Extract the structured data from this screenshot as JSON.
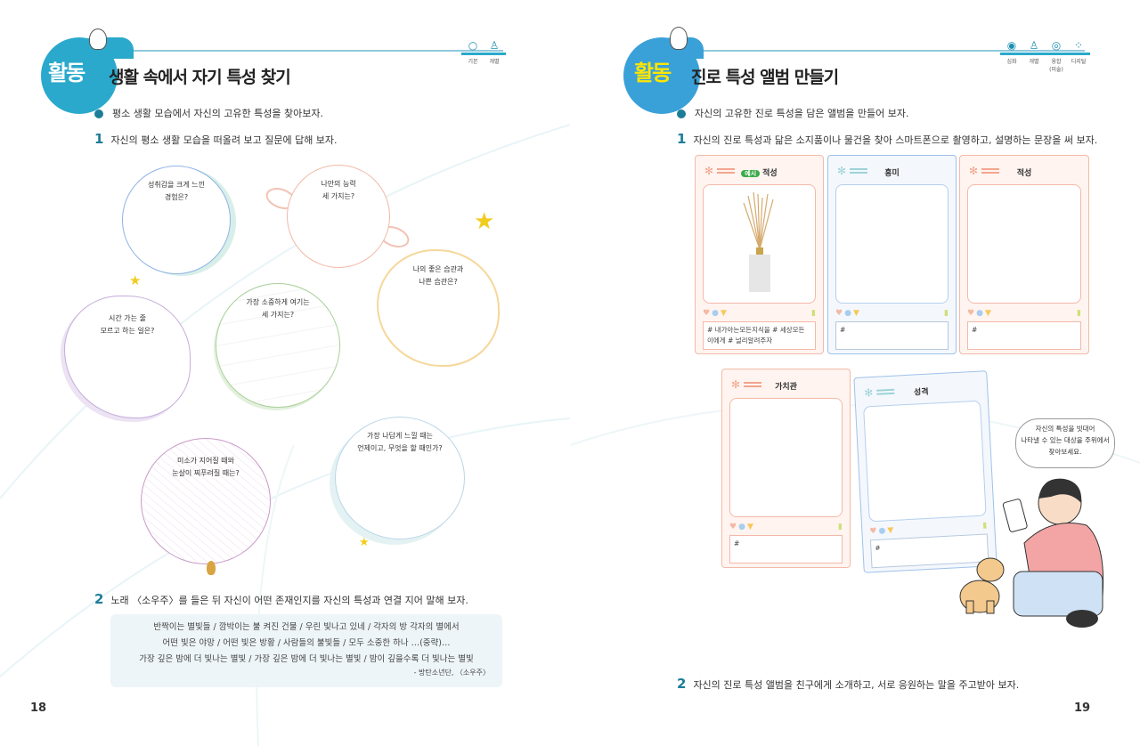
{
  "left": {
    "badge": "활동",
    "title": "생활 속에서 자기 특성 찾기",
    "tags": [
      {
        "icon": "circle-icon",
        "label": "기본"
      },
      {
        "icon": "person-icon",
        "label": "개별"
      }
    ],
    "goal": "평소 생활 모습에서 자신의 고유한 특성을 찾아보자.",
    "q1": {
      "num": "1",
      "text": "자신의 평소 생활 모습을 떠올려 보고 질문에 답해 보자."
    },
    "planets": [
      {
        "text": "성취감을 크게 느낀\n경험은?",
        "color": "#8fb3e6"
      },
      {
        "text": "나만의 능력\n세 가지는?",
        "color": "#f2b8a6"
      },
      {
        "text": "나의 좋은 습관과\n나쁜 습관은?",
        "color": "#f6d79a"
      },
      {
        "text": "시간 가는 줄\n모르고 하는 일은?",
        "color": "#c4addb"
      },
      {
        "text": "가장 소중하게 여기는\n세 가지는?",
        "color": "#a9d09b"
      },
      {
        "text": "미소가 지어질 때와\n눈살이 찌푸려질 때는?",
        "color": "#c99bc8"
      },
      {
        "text": "가장 나답게 느낄 때는\n언제이고, 무엇을 할 때인가?",
        "color": "#b9d6e8"
      }
    ],
    "q2": {
      "num": "2",
      "text": "노래 〈소우주〉를 들은 뒤 자신이 어떤 존재인지를 자신의 특성과 연결 지어 말해 보자."
    },
    "lyrics": [
      "반짝이는 별빛들 / 깜박이는 불 켜진 건물 / 우린 빛나고 있네 / 각자의 방 각자의 별에서",
      "어떤 빛은 야망 / 어떤 빛은 방황 / 사람들의 불빛들 / 모두 소중한 하나 …(중략)…",
      "가장 깊은 밤에 더 빛나는 별빛 / 가장 깊은 밤에 더 빛나는 별빛 / 밤이 깊을수록 더 빛나는 별빛"
    ],
    "lyrics_source": "- 방탄소년단, 〈소우주〉",
    "page_number": "18"
  },
  "right": {
    "badge": "활동",
    "title": "진로 특성 앨범 만들기",
    "tags": [
      {
        "icon": "target-icon",
        "label": "심화"
      },
      {
        "icon": "person-icon",
        "label": "개별"
      },
      {
        "icon": "rings-icon",
        "label": "융합\n(미술)"
      },
      {
        "icon": "dots-icon",
        "label": "디지털"
      }
    ],
    "goal": "자신의 고유한 진로 특성을 담은 앨범을 만들어 보자.",
    "q1": {
      "num": "1",
      "text": "자신의 진로 특성과 닮은 소지품이나 물건을 찾아 스마트폰으로 촬영하고, 설명하는 문장을 써 보자."
    },
    "cards": [
      {
        "example": "예시",
        "label": "적성",
        "hashtag": "# 내가아는모든지식을 # 세상모든 이에게 # 널리알려주자",
        "style": "pink"
      },
      {
        "label": "흥미",
        "hashtag": "#",
        "style": "blue"
      },
      {
        "label": "적성",
        "hashtag": "#",
        "style": "pink"
      },
      {
        "label": "가치관",
        "hashtag": "#",
        "style": "pink"
      },
      {
        "label": "성격",
        "hashtag": "#",
        "style": "blue"
      }
    ],
    "bubble": "자신의 특성을 빗대어\n나타낼 수 있는 대상을 주위에서\n찾아보세요.",
    "q2": {
      "num": "2",
      "text": "자신의 진로 특성 앨범을 친구에게 소개하고, 서로 응원하는 말을 주고받아 보자."
    },
    "page_number": "19"
  },
  "colors": {
    "accent": "#2aa9cc",
    "number": "#1c7d98",
    "badge_right": "#3aa0d8",
    "badge_text_right": "#ffe600"
  }
}
